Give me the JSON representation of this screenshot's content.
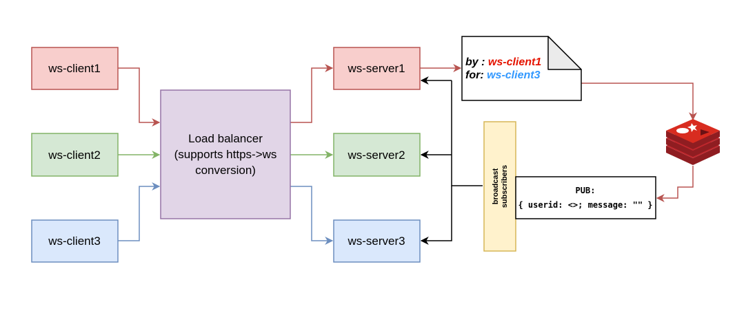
{
  "clients": [
    {
      "label": "ws-client1",
      "fill": "#f8cecc",
      "stroke": "#b85450"
    },
    {
      "label": "ws-client2",
      "fill": "#d5e8d4",
      "stroke": "#82b366"
    },
    {
      "label": "ws-client3",
      "fill": "#dae8fc",
      "stroke": "#6c8ebf"
    }
  ],
  "load_balancer": {
    "line1": "Load balancer",
    "line2": "(supports https->ws",
    "line3": "conversion)",
    "fill": "#e1d5e7",
    "stroke": "#9673a6"
  },
  "servers": [
    {
      "label": "ws-server1",
      "fill": "#f8cecc",
      "stroke": "#b85450"
    },
    {
      "label": "ws-server2",
      "fill": "#d5e8d4",
      "stroke": "#82b366"
    },
    {
      "label": "ws-server3",
      "fill": "#dae8fc",
      "stroke": "#6c8ebf"
    }
  ],
  "message_doc": {
    "by_prefix": "by : ",
    "by_value": "ws-client1",
    "for_prefix": "for: ",
    "for_value": "ws-client3",
    "by_color": "#e51400",
    "for_color": "#3399ff"
  },
  "broadcast": {
    "line1": "broadcast",
    "line2": "subscribers",
    "fill": "#fff2cc",
    "stroke": "#d6b656"
  },
  "pub": {
    "line1": "PUB:",
    "line2": "{ userid: <>; message: \"\" }"
  },
  "colors": {
    "red_edge": "#b85450",
    "green_edge": "#82b366",
    "blue_edge": "#6c8ebf",
    "black_edge": "#000000",
    "redis_red": "#c0272d",
    "redis_dark": "#8f1d21"
  },
  "icons": {
    "redis": "redis-database-icon"
  }
}
